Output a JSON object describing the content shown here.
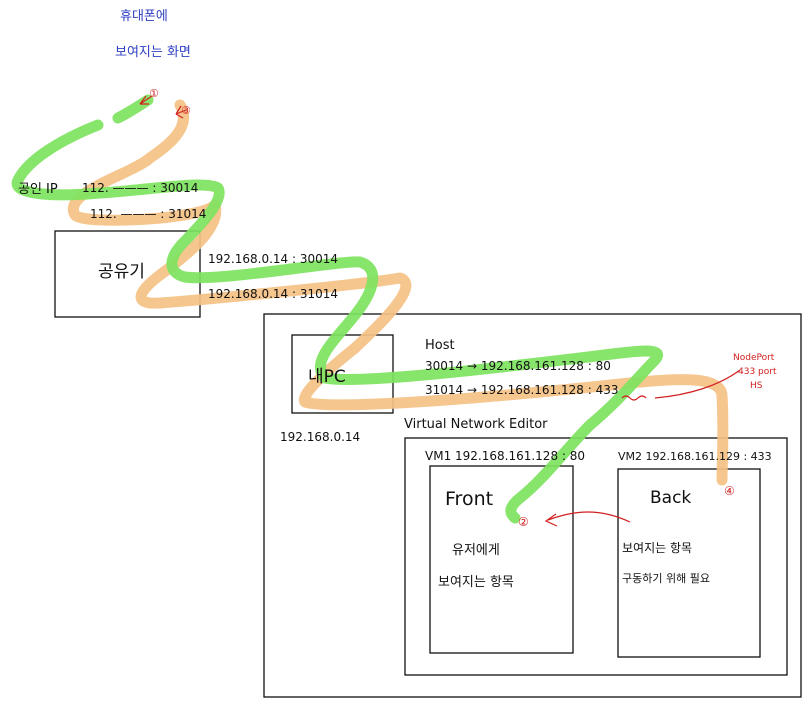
{
  "colors": {
    "green_path": "#7ee35f",
    "orange_path": "#f5c185",
    "note_blue": "#2f3fc4",
    "note_red": "#d21f1f",
    "ink": "#111111"
  },
  "notes": {
    "phone_line1": "휴대폰에",
    "phone_line2": "보여지는 화면",
    "step1": "①",
    "step3": "③",
    "step2": "②",
    "step4": "④",
    "nodeport_line1": "NodePort",
    "nodeport_line2": "433 port",
    "nodeport_line3": "HS"
  },
  "public_ip": {
    "label": "공인 IP",
    "green": "112. ——— : 30014",
    "orange": "112. ——— : 31014"
  },
  "router": {
    "label": "공유기",
    "green": "192.168.0.14 : 30014",
    "orange": "192.168.0.14 : 31014"
  },
  "host": {
    "label": "Host",
    "pc_label": "내PC",
    "pc_ip": "192.168.0.14",
    "green_map": "30014 → 192.168.161.128 : 80",
    "orange_map": "31014 → 192.168.161.128 : 433",
    "vne_label": "Virtual Network Editor"
  },
  "vm1": {
    "title": "VM1 192.168.161.128 : 80",
    "app": "Front",
    "line1": "유저에게",
    "line2": "보여지는 항목"
  },
  "vm2": {
    "title": "VM2 192.168.161.129 : 433",
    "app": "Back",
    "line1": "보여지는 항목",
    "line2": "구동하기 위해 필요"
  }
}
